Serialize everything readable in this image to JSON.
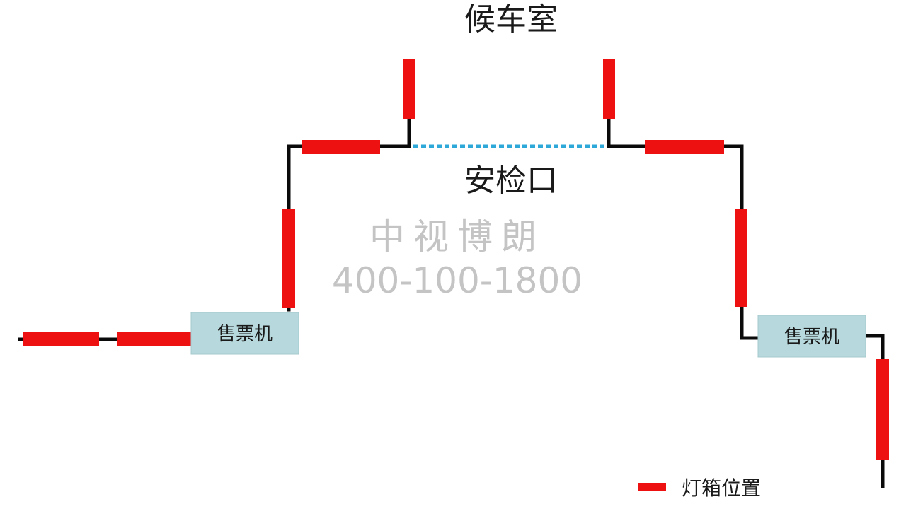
{
  "labels": {
    "waiting_room": "候车室",
    "security_checkpoint": "安检口",
    "kiosk_left": "售票机",
    "kiosk_right": "售票机"
  },
  "watermark": {
    "brand": "中视博朗",
    "phone": "400-100-1800"
  },
  "legend": {
    "lightbox_label": "灯箱位置"
  },
  "colors": {
    "lightbox": "#ee1111",
    "path": "#0a0a0a",
    "checkpoint": "#2ea8d8",
    "kiosk": "#b7d9dd"
  }
}
